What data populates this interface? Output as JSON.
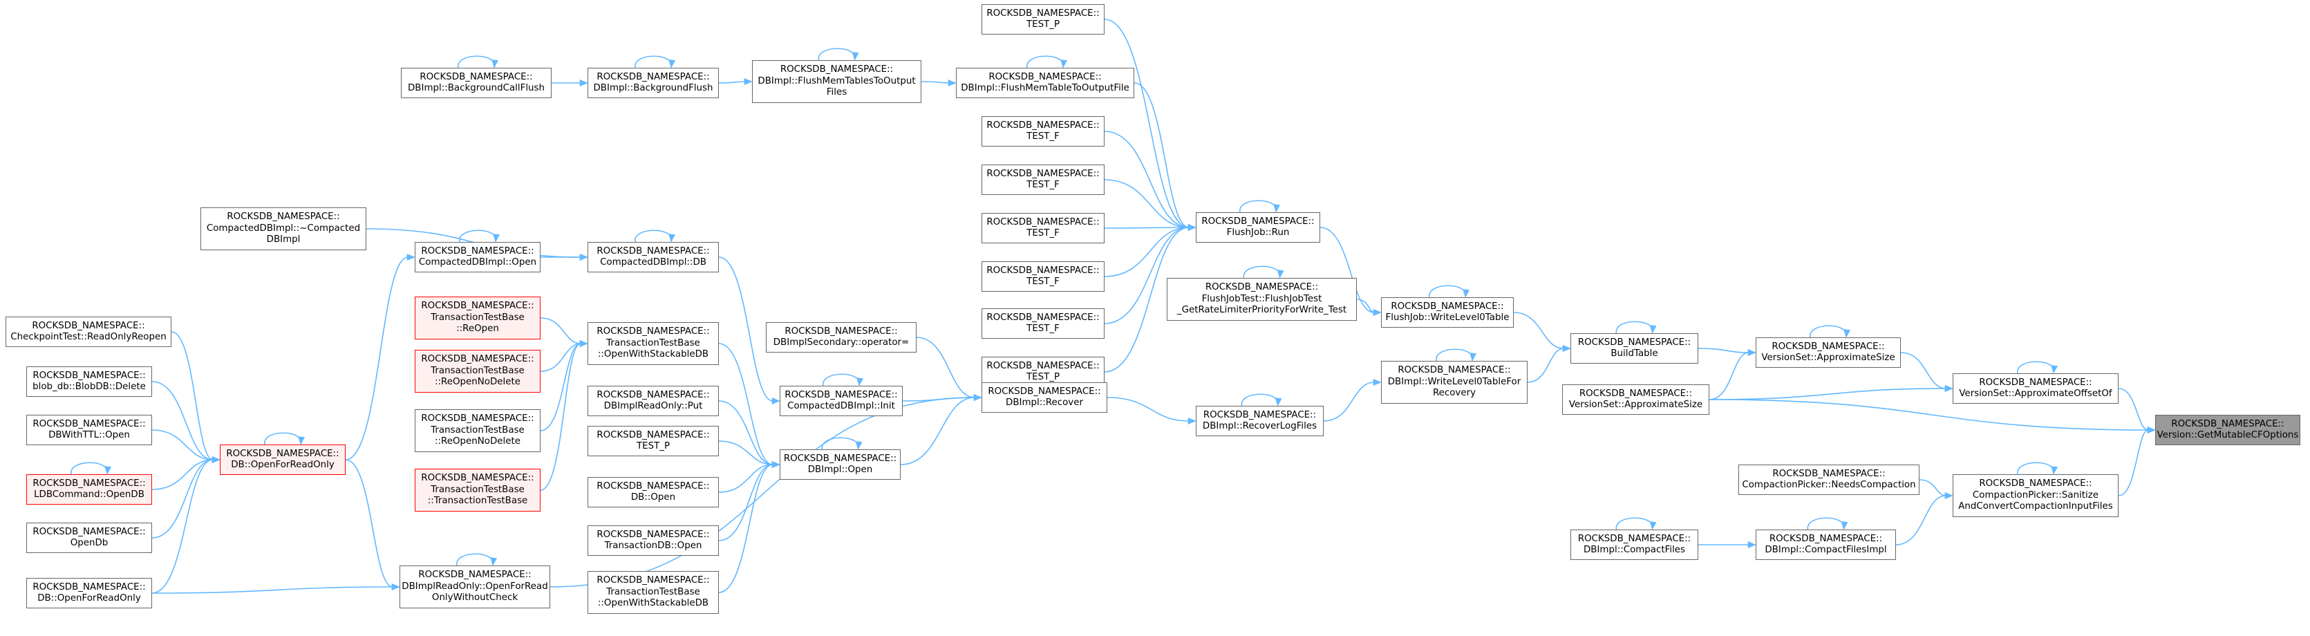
{
  "graph": {
    "title": "Version::GetMutableCFOptions caller graph",
    "colors": {
      "edge": "#63b8ff",
      "node_border": "#666666",
      "node_fill": "#ffffff",
      "highlight_border": "#ff0000",
      "highlight_fill": "#fff0f0",
      "current_fill": "#999999"
    },
    "nodes": [
      {
        "id": "ver_getmut",
        "label": "ROCKSDB_NAMESPACE::\nVersion::GetMutableCFOptions",
        "style": "current"
      },
      {
        "id": "vs_approxoffset",
        "label": "ROCKSDB_NAMESPACE::\nVersionSet::ApproximateOffsetOf"
      },
      {
        "id": "vs_approxsize_a",
        "label": "ROCKSDB_NAMESPACE::\nVersionSet::ApproximateSize"
      },
      {
        "id": "vs_approxsize_b",
        "label": "ROCKSDB_NAMESPACE::\nVersionSet::ApproximateSize"
      },
      {
        "id": "cp_sanitize",
        "label": "ROCKSDB_NAMESPACE::\nCompactionPicker::Sanitize\nAndConvertCompactionInputFiles"
      },
      {
        "id": "cp_needs",
        "label": "ROCKSDB_NAMESPACE::\nCompactionPicker::NeedsCompaction"
      },
      {
        "id": "dbi_compactfilesimpl",
        "label": "ROCKSDB_NAMESPACE::\nDBImpl::CompactFilesImpl"
      },
      {
        "id": "dbi_compactfiles",
        "label": "ROCKSDB_NAMESPACE::\nDBImpl::CompactFiles"
      },
      {
        "id": "buildtable",
        "label": "ROCKSDB_NAMESPACE::\nBuildTable"
      },
      {
        "id": "fj_writel0",
        "label": "ROCKSDB_NAMESPACE::\nFlushJob::WriteLevel0Table"
      },
      {
        "id": "dbi_writel0",
        "label": "ROCKSDB_NAMESPACE::\nDBImpl::WriteLevel0TableFor\nRecovery"
      },
      {
        "id": "fj_run",
        "label": "ROCKSDB_NAMESPACE::\nFlushJob::Run"
      },
      {
        "id": "fjt_getrate",
        "label": "ROCKSDB_NAMESPACE::\nFlushJobTest::FlushJobTest\n_GetRateLimiterPriorityForWrite_Test"
      },
      {
        "id": "dbi_recoverlog",
        "label": "ROCKSDB_NAMESPACE::\nDBImpl::RecoverLogFiles"
      },
      {
        "id": "test_p1",
        "label": "ROCKSDB_NAMESPACE::\nTEST_P"
      },
      {
        "id": "dbi_flushtofile",
        "label": "ROCKSDB_NAMESPACE::\nDBImpl::FlushMemTableToOutputFile"
      },
      {
        "id": "test_f1",
        "label": "ROCKSDB_NAMESPACE::\nTEST_F"
      },
      {
        "id": "test_f2",
        "label": "ROCKSDB_NAMESPACE::\nTEST_F"
      },
      {
        "id": "test_f3",
        "label": "ROCKSDB_NAMESPACE::\nTEST_F"
      },
      {
        "id": "test_f4",
        "label": "ROCKSDB_NAMESPACE::\nTEST_F"
      },
      {
        "id": "test_f5",
        "label": "ROCKSDB_NAMESPACE::\nTEST_F"
      },
      {
        "id": "test_p2",
        "label": "ROCKSDB_NAMESPACE::\nTEST_P"
      },
      {
        "id": "dbi_recover",
        "label": "ROCKSDB_NAMESPACE::\nDBImpl::Recover"
      },
      {
        "id": "dbi_flushtables",
        "label": "ROCKSDB_NAMESPACE::\nDBImpl::FlushMemTablesToOutput\nFiles"
      },
      {
        "id": "dbis_operator",
        "label": "ROCKSDB_NAMESPACE::\nDBImplSecondary::operator="
      },
      {
        "id": "cdbi_init",
        "label": "ROCKSDB_NAMESPACE::\nCompactedDBImpl::Init"
      },
      {
        "id": "dbi_open",
        "label": "ROCKSDB_NAMESPACE::\nDBImpl::Open"
      },
      {
        "id": "dbi_bgflush",
        "label": "ROCKSDB_NAMESPACE::\nDBImpl::BackgroundFlush"
      },
      {
        "id": "cdbi_db",
        "label": "ROCKSDB_NAMESPACE::\nCompactedDBImpl::DB"
      },
      {
        "id": "ttb_openstack",
        "label": "ROCKSDB_NAMESPACE::\nTransactionTestBase\n::OpenWithStackableDB"
      },
      {
        "id": "dbiro_put",
        "label": "ROCKSDB_NAMESPACE::\nDBImplReadOnly::Put"
      },
      {
        "id": "test_p3",
        "label": "ROCKSDB_NAMESPACE::\nTEST_P"
      },
      {
        "id": "db_open",
        "label": "ROCKSDB_NAMESPACE::\nDB::Open"
      },
      {
        "id": "tdb_open",
        "label": "ROCKSDB_NAMESPACE::\nTransactionDB::Open"
      },
      {
        "id": "ttb_openstack2",
        "label": "ROCKSDB_NAMESPACE::\nTransactionTestBase\n::OpenWithStackableDB"
      },
      {
        "id": "dbi_bgcallflush",
        "label": "ROCKSDB_NAMESPACE::\nDBImpl::BackgroundCallFlush"
      },
      {
        "id": "cdbi_dtor",
        "label": "ROCKSDB_NAMESPACE::\nCompactedDBImpl::~Compacted\nDBImpl"
      },
      {
        "id": "cdbi_open",
        "label": "ROCKSDB_NAMESPACE::\nCompactedDBImpl::Open"
      },
      {
        "id": "ttb_reopen",
        "label": "ROCKSDB_NAMESPACE::\nTransactionTestBase\n::ReOpen",
        "style": "red"
      },
      {
        "id": "ttb_reopennodel1",
        "label": "ROCKSDB_NAMESPACE::\nTransactionTestBase\n::ReOpenNoDelete",
        "style": "red"
      },
      {
        "id": "ttb_reopennodel2",
        "label": "ROCKSDB_NAMESPACE::\nTransactionTestBase\n::ReOpenNoDelete"
      },
      {
        "id": "ttb_ctor",
        "label": "ROCKSDB_NAMESPACE::\nTransactionTestBase\n::TransactionTestBase",
        "style": "red"
      },
      {
        "id": "db_openro",
        "label": "ROCKSDB_NAMESPACE::\nDB::OpenForReadOnly",
        "style": "red"
      },
      {
        "id": "dbiro_openwithout",
        "label": "ROCKSDB_NAMESPACE::\nDBImplReadOnly::OpenForRead\nOnlyWithoutCheck"
      },
      {
        "id": "cpt_readonlyreopen",
        "label": "ROCKSDB_NAMESPACE::\nCheckpointTest::ReadOnlyReopen"
      },
      {
        "id": "blobdb_delete",
        "label": "ROCKSDB_NAMESPACE::\nblob_db::BlobDB::Delete"
      },
      {
        "id": "dbwithttl_open",
        "label": "ROCKSDB_NAMESPACE::\nDBWithTTL::Open"
      },
      {
        "id": "ldb_opendb",
        "label": "ROCKSDB_NAMESPACE::\nLDBCommand::OpenDB",
        "style": "red"
      },
      {
        "id": "opendb",
        "label": "ROCKSDB_NAMESPACE::\nOpenDb"
      },
      {
        "id": "db_openro2",
        "label": "ROCKSDB_NAMESPACE::\nDB::OpenForReadOnly"
      }
    ],
    "edges": [
      [
        "vs_approxoffset",
        "ver_getmut"
      ],
      [
        "vs_approxsize_b",
        "ver_getmut"
      ],
      [
        "cp_sanitize",
        "ver_getmut"
      ],
      [
        "vs_approxsize_a",
        "vs_approxoffset"
      ],
      [
        "vs_approxsize_b",
        "vs_approxoffset"
      ],
      [
        "buildtable",
        "vs_approxsize_a"
      ],
      [
        "vs_approxsize_b",
        "vs_approxsize_a"
      ],
      [
        "dbi_compactfilesimpl",
        "cp_sanitize"
      ],
      [
        "cp_needs",
        "cp_sanitize"
      ],
      [
        "dbi_compactfiles",
        "dbi_compactfilesimpl"
      ],
      [
        "fj_writel0",
        "buildtable"
      ],
      [
        "dbi_writel0",
        "buildtable"
      ],
      [
        "fj_run",
        "fj_writel0"
      ],
      [
        "fjt_getrate",
        "fj_writel0"
      ],
      [
        "dbi_recoverlog",
        "dbi_writel0"
      ],
      [
        "test_p1",
        "fj_run"
      ],
      [
        "dbi_flushtofile",
        "fj_run"
      ],
      [
        "test_f1",
        "fj_run"
      ],
      [
        "test_f2",
        "fj_run"
      ],
      [
        "test_f3",
        "fj_run"
      ],
      [
        "test_f4",
        "fj_run"
      ],
      [
        "test_f5",
        "fj_run"
      ],
      [
        "test_p2",
        "fj_run"
      ],
      [
        "dbi_recover",
        "dbi_recoverlog"
      ],
      [
        "dbi_flushtables",
        "dbi_flushtofile"
      ],
      [
        "dbis_operator",
        "dbi_recover"
      ],
      [
        "cdbi_init",
        "dbi_recover"
      ],
      [
        "dbi_open",
        "dbi_recover"
      ],
      [
        "dbiro_openwithout",
        "dbi_recover"
      ],
      [
        "dbi_bgflush",
        "dbi_flushtables"
      ],
      [
        "cdbi_db",
        "cdbi_init"
      ],
      [
        "ttb_openstack",
        "dbi_open"
      ],
      [
        "dbiro_put",
        "dbi_open"
      ],
      [
        "test_p3",
        "dbi_open"
      ],
      [
        "db_open",
        "dbi_open"
      ],
      [
        "tdb_open",
        "dbi_open"
      ],
      [
        "ttb_openstack2",
        "dbi_open"
      ],
      [
        "dbi_bgcallflush",
        "dbi_bgflush"
      ],
      [
        "cdbi_open",
        "cdbi_db"
      ],
      [
        "cdbi_dtor",
        "cdbi_db"
      ],
      [
        "ttb_reopen",
        "ttb_openstack"
      ],
      [
        "ttb_reopennodel1",
        "ttb_openstack"
      ],
      [
        "ttb_reopennodel2",
        "ttb_openstack"
      ],
      [
        "ttb_ctor",
        "ttb_openstack"
      ],
      [
        "db_openro",
        "cdbi_open"
      ],
      [
        "db_openro",
        "dbiro_openwithout"
      ],
      [
        "cpt_readonlyreopen",
        "db_openro"
      ],
      [
        "blobdb_delete",
        "db_openro"
      ],
      [
        "dbwithttl_open",
        "db_openro"
      ],
      [
        "ldb_opendb",
        "db_openro"
      ],
      [
        "opendb",
        "db_openro"
      ],
      [
        "db_openro2",
        "db_openro"
      ],
      [
        "db_openro2",
        "dbiro_openwithout"
      ]
    ],
    "self_loops": [
      "vs_approxoffset",
      "vs_approxsize_a",
      "cp_sanitize",
      "dbi_compactfilesimpl",
      "dbi_compactfiles",
      "buildtable",
      "fj_writel0",
      "dbi_writel0",
      "fj_run",
      "fjt_getrate",
      "dbi_recoverlog",
      "dbi_flushtofile",
      "dbi_recover",
      "dbi_flushtables",
      "cdbi_init",
      "dbi_open",
      "dbi_bgflush",
      "cdbi_db",
      "dbi_bgcallflush",
      "cdbi_open",
      "db_openro",
      "dbiro_openwithout",
      "ldb_opendb"
    ]
  }
}
